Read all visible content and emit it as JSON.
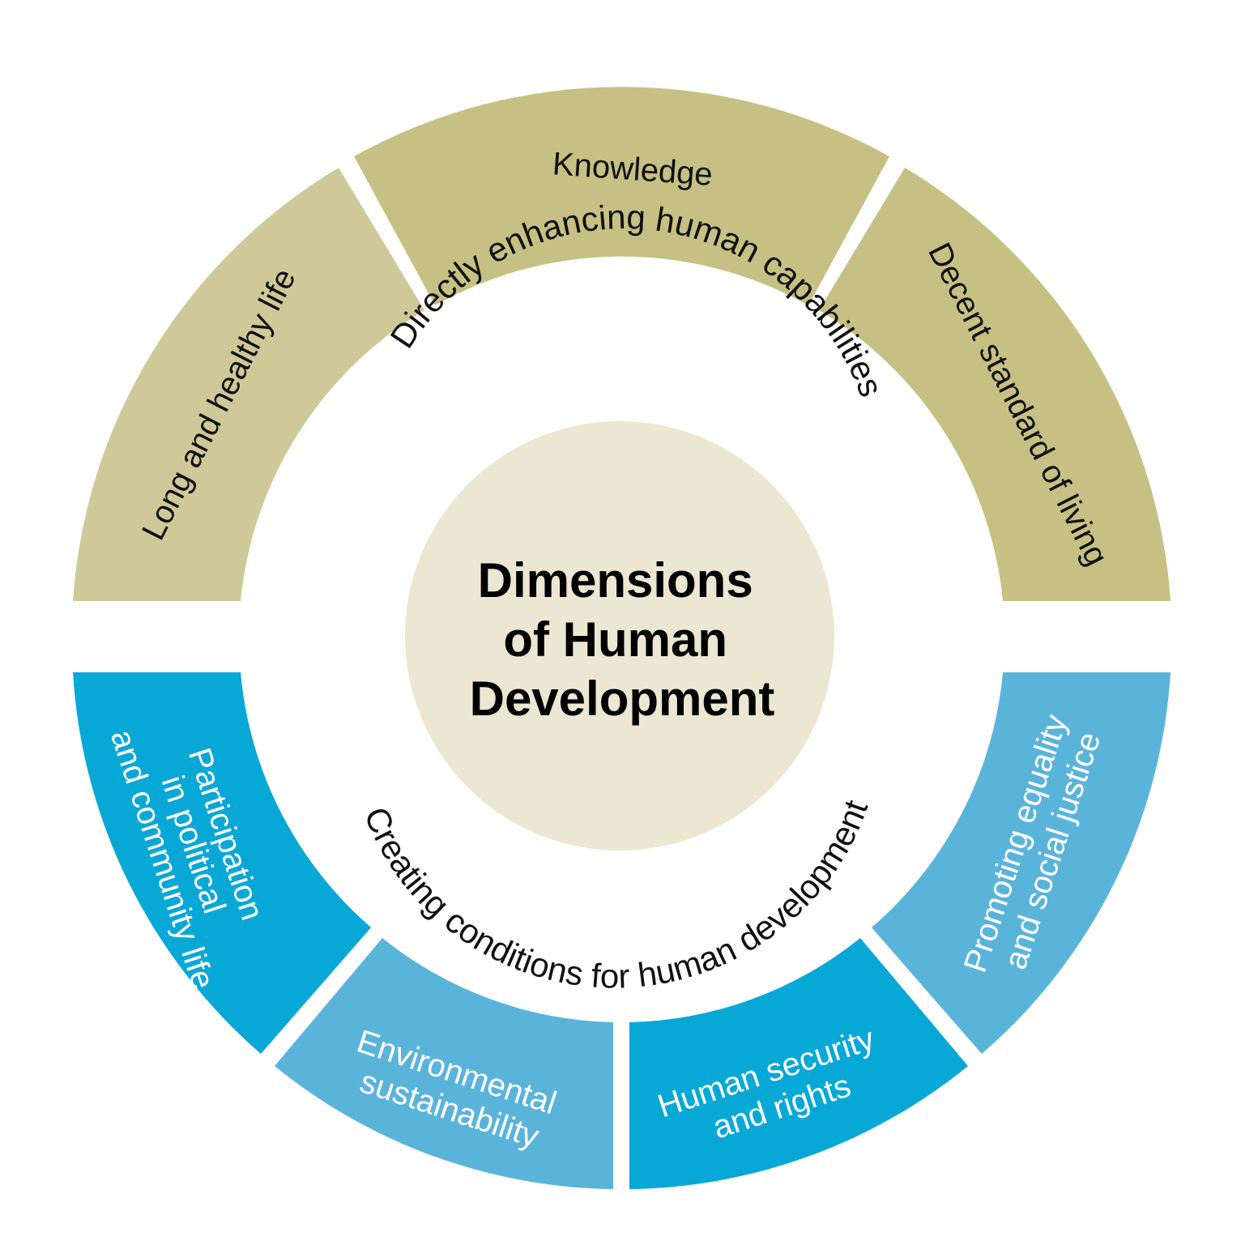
{
  "title_lines": [
    "Dimensions",
    "of Human",
    "Development"
  ],
  "inner_arcs": {
    "top": "Directly enhancing human capabilities",
    "bottom": "Creating conditions for human development"
  },
  "segments": {
    "health": [
      "Long and healthy life"
    ],
    "knowledge": [
      "Knowledge"
    ],
    "living": [
      "Decent standard of living"
    ],
    "participation": [
      "Participation",
      "in political",
      "and community life"
    ],
    "environment": [
      "Environmental",
      "sustainability"
    ],
    "security": [
      "Human security",
      "and rights"
    ],
    "equality": [
      "Promoting equality",
      "and social justice"
    ]
  },
  "colors": {
    "khaki_dark": "#C6C084",
    "khaki_light": "#CFC99A",
    "blue_dark": "#08A8D6",
    "blue_light": "#5AB4DA",
    "center_fill": "#EBE7D3",
    "text_dark": "#111111",
    "text_light": "#FFFFFF"
  }
}
